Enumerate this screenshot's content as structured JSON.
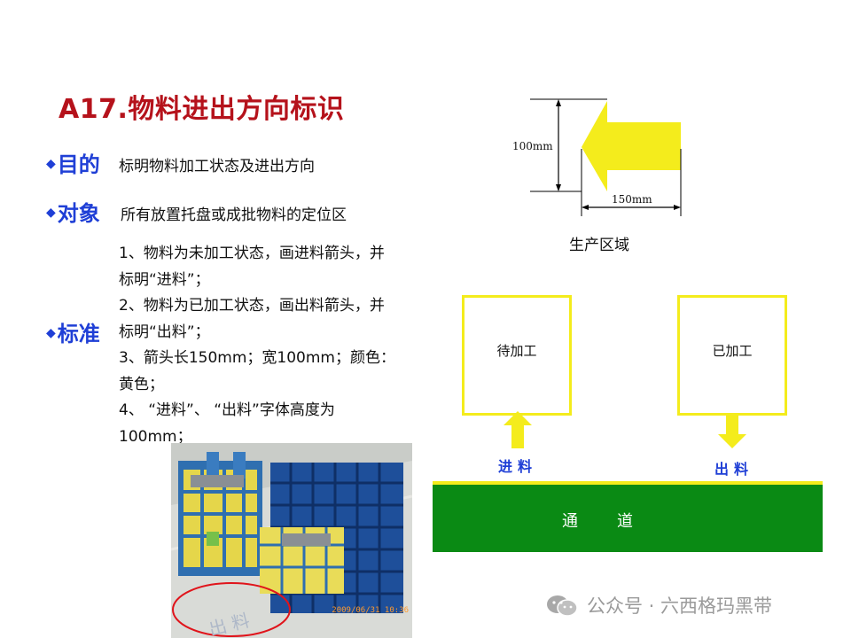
{
  "title": "A17.物料进出方向标识",
  "purpose": {
    "label": "目的",
    "text": "标明物料加工状态及进出方向"
  },
  "object": {
    "label": "对象",
    "text": "所有放置托盘或成批物料的定位区"
  },
  "standard": {
    "label": "标准",
    "lines": [
      "1、物料为未加工状态，画进料箭头，并",
      "标明“进料”；",
      "2、物料为已加工状态，画出料箭头，并",
      "标明“出料”；",
      "3、箭头长150mm；宽100mm；颜色：",
      "黄色；",
      "4、 “进料”、 “出料”字体高度为",
      "100mm；"
    ]
  },
  "photo": {
    "timestamp": "2009/06/31 10:36",
    "floor_text": "出 料"
  },
  "diagram": {
    "height_label": "100mm",
    "width_label": "150mm",
    "region_label": "生产区域",
    "box_left": "待加工",
    "box_right": "已加工",
    "arrow_in_label": "进料",
    "arrow_out_label": "出料",
    "aisle_label": "通道",
    "colors": {
      "arrow": "#f4ec1c",
      "aisle": "#0a8a14",
      "label_blue": "#1f3fd6",
      "title_red": "#b5121b"
    }
  },
  "watermark": {
    "text": "公众号 · 六西格玛黑带",
    "icon": "wechat-icon"
  }
}
